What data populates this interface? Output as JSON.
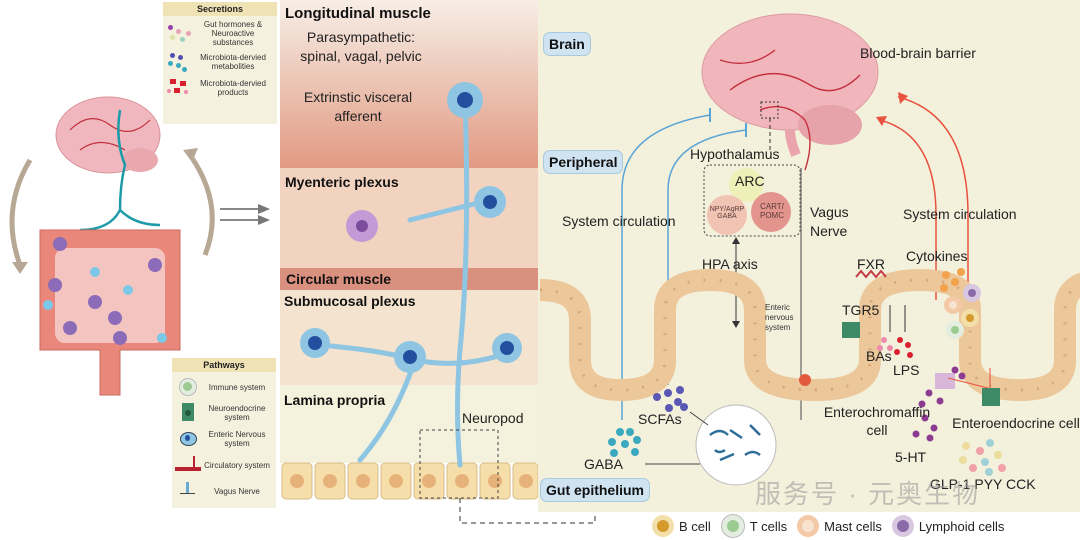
{
  "secretions": {
    "title": "Secretions",
    "items": [
      {
        "label": "Gut hormones & Neuroactive substances",
        "icon": "mixed-dots-icon"
      },
      {
        "label": "Microbiota-dervied metabolities",
        "icon": "blue-dots-icon"
      },
      {
        "label": "Microbiota-dervied products",
        "icon": "red-squares-icon"
      }
    ]
  },
  "pathways": {
    "title": "Pathways",
    "items": [
      {
        "label": "Immune system",
        "icon": "immune-cell-icon"
      },
      {
        "label": "Neuroendocrine system",
        "icon": "neuroendocrine-cell-icon"
      },
      {
        "label": "Enteric Nervous system",
        "icon": "enteric-neuron-icon"
      },
      {
        "label": "Circulatory system",
        "icon": "blood-vessel-icon"
      },
      {
        "label": "Vagus Nerve",
        "icon": "vagus-nerve-icon"
      }
    ]
  },
  "gut_wall": {
    "layers": [
      {
        "label": "Longitudinal muscle",
        "color": "#e8a990"
      },
      {
        "label": "Myenteric plexus",
        "color": "#f2d2bf"
      },
      {
        "label": "Circular muscle",
        "color": "#d98a78"
      },
      {
        "label": "Submucosal plexus",
        "color": "#f3e3cf"
      },
      {
        "label": "Lamina propria",
        "color": "#f3f0dc"
      }
    ],
    "parasympathetic": "Parasympathetic: spinal, vagal, pelvic",
    "afferent": "Extrinstic visceral afferent",
    "neuropod": "Neuropod"
  },
  "regions": {
    "brain": "Brain",
    "peripheral": "Peripheral",
    "gut_epithelium": "Gut epithelium"
  },
  "labels": {
    "blood_brain_barrier": "Blood-brain barrier",
    "hypothalamus": "Hypothalamus",
    "arc": "ARC",
    "npy": "NPY/AgRP GABA",
    "cart": "CART/ POMC",
    "system_circulation_left": "System circulation",
    "system_circulation_right": "System circulation",
    "vagus_nerve": "Vagus Nerve",
    "hpa_axis": "HPA axis",
    "enteric_ns": "Enteric nervous system",
    "fxr": "FXR",
    "tgr5": "TGR5",
    "cytokines": "Cytokines",
    "bas": "BAs",
    "lps": "LPS",
    "scfas": "SCFAs",
    "gaba": "GABA",
    "enterochromaffin": "Enterochromaffin cell",
    "enteroendocrine": "Enteroendocrine cell",
    "five_ht": "5-HT",
    "hormones": "GLP-1 PYY CCK"
  },
  "cell_legend": [
    {
      "label": "B cell",
      "outer": "#f3dfa9",
      "inner": "#d49a2c"
    },
    {
      "label": "T cells",
      "outer": "#e4eee0",
      "inner": "#9ccb92"
    },
    {
      "label": "Mast cells",
      "outer": "#f3c9a8",
      "inner": "#f7e3d0"
    },
    {
      "label": "Lymphoid cells",
      "outer": "#d8c7e0",
      "inner": "#8a6aa8"
    }
  ],
  "watermark": "服务号 · 元奥生物",
  "colors": {
    "background_panel": "#f3f0dc",
    "neuron": "#8ec5e3",
    "inhibit_arrow": "#5aa5d6",
    "circulation_arrow": "#e8523f",
    "pill": "#cfe3f1"
  }
}
